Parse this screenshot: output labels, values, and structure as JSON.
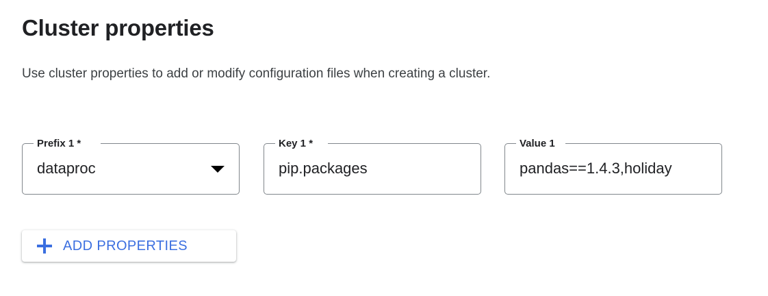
{
  "section": {
    "title": "Cluster properties",
    "description": "Use cluster properties to add or modify configuration files when creating a cluster."
  },
  "fields": [
    {
      "name": "prefix",
      "label": "Prefix 1 *",
      "value": "dataproc",
      "control": "select",
      "icon": "chevron-down-icon"
    },
    {
      "name": "key",
      "label": "Key 1 *",
      "value": "pip.packages",
      "control": "text"
    },
    {
      "name": "value",
      "label": "Value 1",
      "value": "pandas==1.4.3,holiday",
      "control": "text"
    }
  ],
  "actions": {
    "add_properties_label": "ADD PROPERTIES",
    "add_properties_icon": "plus-icon"
  },
  "colors": {
    "accent_blue": "#3b6fe0",
    "text_primary": "#202124",
    "text_secondary": "#3c4043",
    "field_border": "#80868b",
    "background": "#ffffff"
  }
}
